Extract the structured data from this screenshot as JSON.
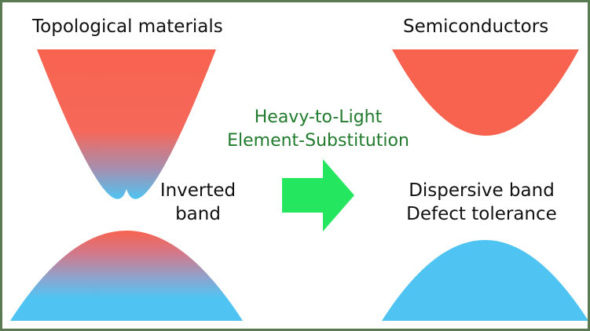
{
  "left": {
    "title": "Topological materials",
    "band_label": "Inverted band"
  },
  "middle": {
    "process_line1": "Heavy-to-Light",
    "process_line2": "Element-Substitution"
  },
  "right": {
    "title": "Semiconductors",
    "property1": "Dispersive band",
    "property2": "Defect tolerance"
  },
  "colors": {
    "conduction_band": "#f8634f",
    "valence_band": "#4fc4f2",
    "arrow": "#25e65f",
    "process_text": "#1f7a2c",
    "frame": "#5a7a52"
  },
  "icons": {
    "arrow": "right-arrow-icon"
  }
}
